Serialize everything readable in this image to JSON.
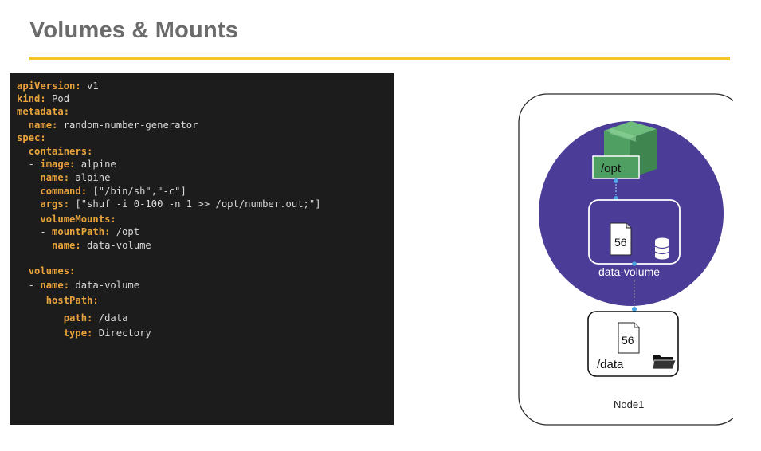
{
  "slide": {
    "title": "Volumes & Mounts"
  },
  "code": {
    "lines": [
      {
        "indent": "",
        "key": "apiVersion:",
        "value": " v1"
      },
      {
        "indent": "",
        "key": "kind:",
        "value": " Pod"
      },
      {
        "indent": "",
        "key": "metadata:",
        "value": ""
      },
      {
        "indent": "  ",
        "key": "name:",
        "value": " random-number-generator"
      },
      {
        "indent": "",
        "key": "spec:",
        "value": ""
      },
      {
        "indent": "  ",
        "key": "containers:",
        "value": ""
      },
      {
        "indent": "  - ",
        "key": "image:",
        "value": " alpine"
      },
      {
        "indent": "    ",
        "key": "name:",
        "value": " alpine"
      },
      {
        "indent": "    ",
        "key": "command:",
        "value": " [\"/bin/sh\",\"-c\"]"
      },
      {
        "indent": "    ",
        "key": "args:",
        "value": " [\"shuf -i 0-100 -n 1 >> /opt/number.out;\"]"
      },
      {
        "indent": "    ",
        "key": "volumeMounts:",
        "value": ""
      },
      {
        "indent": "    - ",
        "key": "mountPath:",
        "value": " /opt"
      },
      {
        "indent": "      ",
        "key": "name:",
        "value": " data-volume"
      },
      {
        "indent": "  ",
        "key": "volumes:",
        "value": ""
      },
      {
        "indent": "  - ",
        "key": "name:",
        "value": " data-volume"
      },
      {
        "indent": "     ",
        "key": "hostPath:",
        "value": ""
      },
      {
        "indent": "        ",
        "key": "path:",
        "value": " /data"
      },
      {
        "indent": "        ",
        "key": "type:",
        "value": " Directory"
      }
    ]
  },
  "diagram": {
    "node_label": "Node1",
    "pod_color": "#4b3d97",
    "container_color": "#4f9e62",
    "mount_label": "/opt",
    "volume_label": "data-volume",
    "pod_file_number": "56",
    "host_path_label": "/data",
    "host_file_number": "56",
    "icons": [
      "container-box-icon",
      "file-icon",
      "database-icon",
      "folder-icon"
    ]
  }
}
